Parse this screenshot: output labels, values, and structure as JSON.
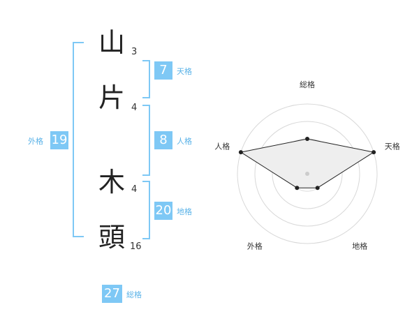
{
  "name": {
    "chars": [
      {
        "char": "山",
        "strokes": "3"
      },
      {
        "char": "片",
        "strokes": "4"
      },
      {
        "char": "木",
        "strokes": "4"
      },
      {
        "char": "頭",
        "strokes": "16"
      }
    ]
  },
  "kaku": {
    "tenkaku": {
      "value": "7",
      "label": "天格"
    },
    "jinkaku": {
      "value": "8",
      "label": "人格"
    },
    "chikaku": {
      "value": "20",
      "label": "地格"
    },
    "gaikaku": {
      "value": "19",
      "label": "外格"
    },
    "soukaku": {
      "value": "27",
      "label": "総格"
    }
  },
  "colors": {
    "accent": "#7ec8f5",
    "label": "#5bb3e8",
    "fill": "#eeeeee"
  },
  "chart_data": {
    "type": "radar",
    "axes": [
      "総格",
      "天格",
      "地格",
      "外格",
      "人格"
    ],
    "values": [
      0.5,
      1.0,
      0.25,
      0.25,
      1.0
    ],
    "rings": 4
  }
}
